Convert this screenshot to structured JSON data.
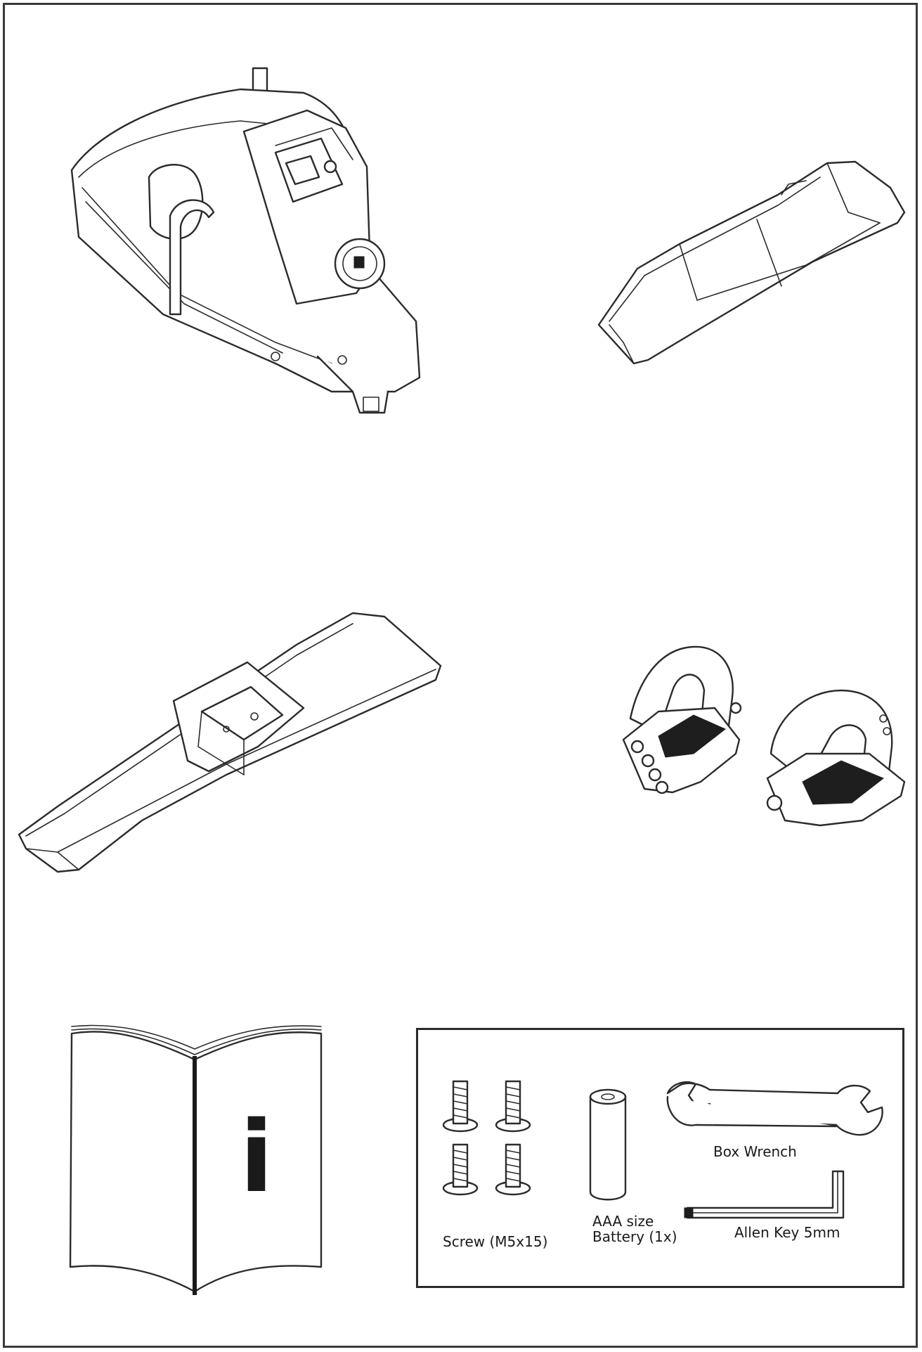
{
  "hardware": {
    "screw_label": "Screw (M5x15)",
    "battery_label": "AAA size\nBattery (1x)",
    "wrench_label": "Box Wrench",
    "allen_label": "Allen Key 5mm"
  },
  "manual": {
    "info_glyph": "i"
  }
}
